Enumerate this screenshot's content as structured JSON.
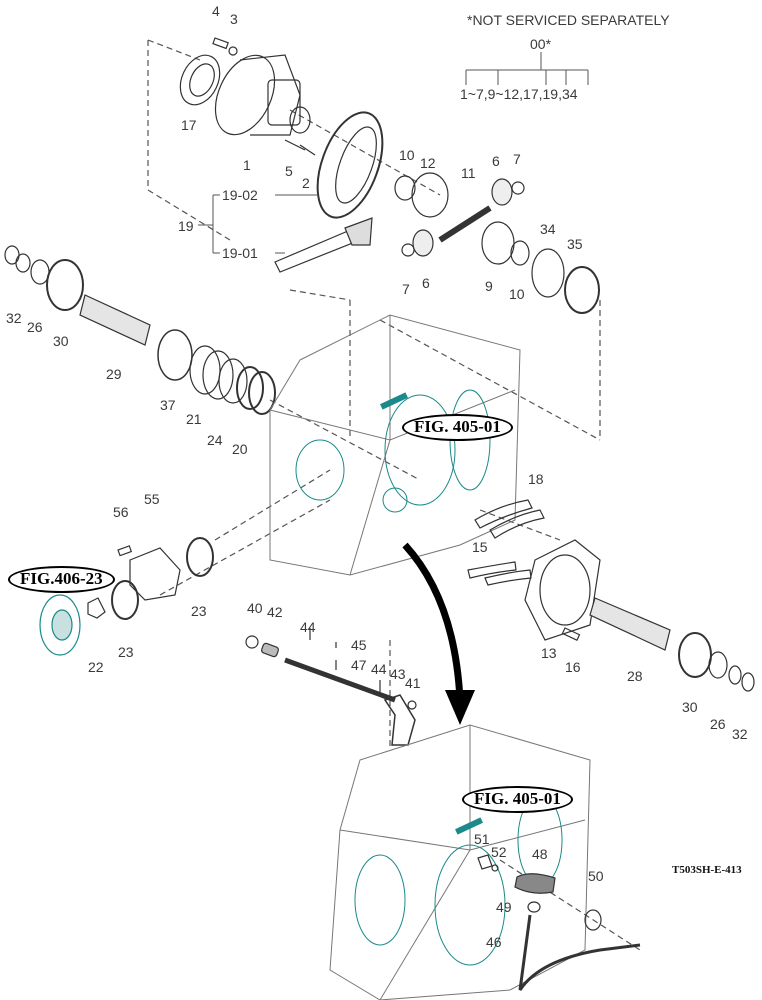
{
  "diagram": {
    "drawing_code": "T503SH-E-413",
    "colors": {
      "line": "#333333",
      "accent": "#1a8a8a",
      "dash": "#555555",
      "arrow": "#000000"
    },
    "note": {
      "title": "*NOT SERVICED SEPARATELY",
      "assembly": "00*",
      "members": "1~7,9~12,17,19,34"
    },
    "figure_refs": [
      {
        "id": "fig-405-01-upper",
        "text": "FIG. 405-01"
      },
      {
        "id": "fig-406-23",
        "text": "FIG.406-23"
      },
      {
        "id": "fig-405-01-lower",
        "text": "FIG. 405-01"
      }
    ],
    "group_19": {
      "parent": "19",
      "children": [
        "19-02",
        "19-01"
      ]
    },
    "callouts": [
      "4",
      "3",
      "17",
      "1",
      "5",
      "2",
      "10",
      "12",
      "6",
      "7",
      "11",
      "7",
      "6",
      "9",
      "10",
      "34",
      "35",
      "32",
      "26",
      "30",
      "29",
      "37",
      "21",
      "24",
      "20",
      "56",
      "55",
      "23",
      "22",
      "23",
      "18",
      "15",
      "13",
      "16",
      "28",
      "30",
      "26",
      "32",
      "40",
      "42",
      "44",
      "45",
      "47",
      "44",
      "43",
      "41",
      "51",
      "52",
      "48",
      "50",
      "49",
      "46"
    ]
  }
}
